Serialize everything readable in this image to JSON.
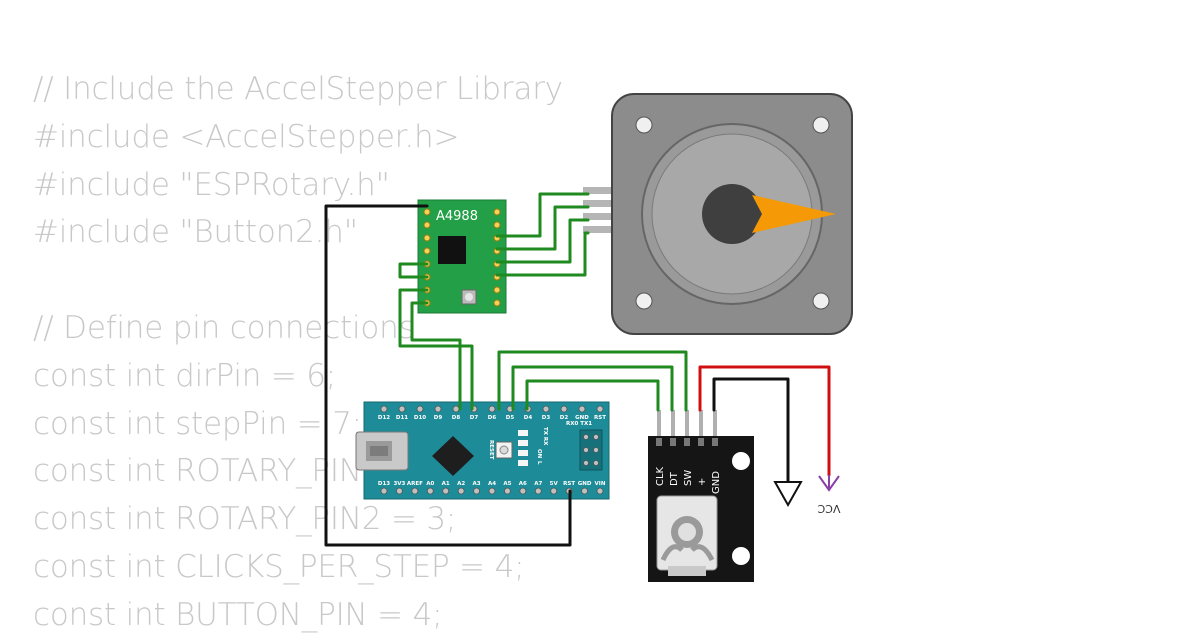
{
  "code_lines": [
    "// Include the AccelStepper Library",
    "#include <AccelStepper.h>",
    "#include \"ESPRotary.h\"",
    "#include \"Button2.h\"",
    "",
    "// Define pin connections",
    "const int dirPin = 6;",
    "const int stepPin = 7;",
    "const int ROTARY_PIN1 = 2;",
    "const int ROTARY_PIN2 = 3;",
    "const int CLICKS_PER_STEP = 4;",
    "const int BUTTON_PIN = 4;"
  ],
  "driver": {
    "label": "A4988"
  },
  "nano": {
    "top_pins": [
      "D12",
      "D11",
      "D10",
      "D9",
      "D8",
      "D7",
      "D6",
      "D5",
      "D4",
      "D3",
      "D2",
      "GND",
      "RST"
    ],
    "bottom_pins": [
      "D13",
      "3V3",
      "AREF",
      "A0",
      "A1",
      "A2",
      "A3",
      "A4",
      "A5",
      "A6",
      "A7",
      "5V",
      "RST",
      "GND",
      "VIN"
    ],
    "rx_tx": "RX0 TX1",
    "tx_rx_led": "TX RX",
    "on_led": "ON",
    "l_led": "L",
    "reset_label": "RESET"
  },
  "encoder": {
    "pins": [
      "CLK",
      "DT",
      "SW",
      "+",
      "GND"
    ]
  },
  "power": {
    "vcc_label": "VCC"
  },
  "colors": {
    "wire_green": "#1f8a1f",
    "wire_black": "#111111",
    "wire_red": "#d01010",
    "vcc_purple": "#8a3fa8",
    "board_teal": "#1d8c98",
    "driver_green": "#23a047",
    "motor_shaft": "#f59a06"
  }
}
